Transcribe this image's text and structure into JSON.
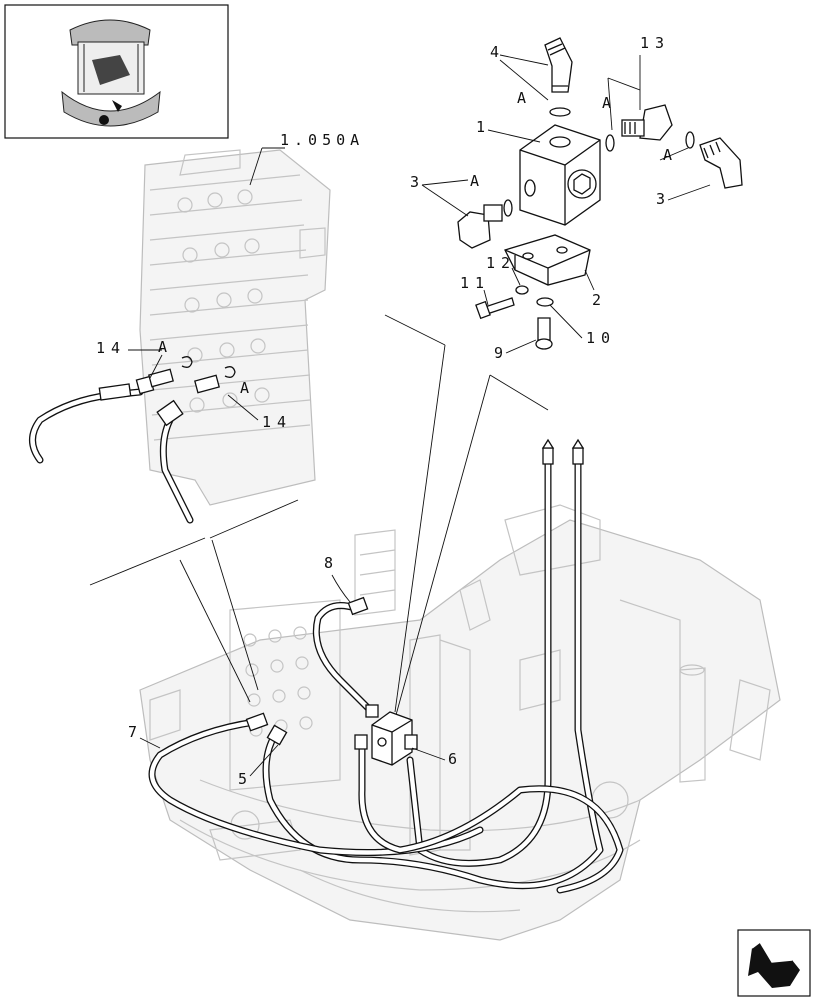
{
  "reference": {
    "section_code": "1.050A"
  },
  "callouts": {
    "c1": "1",
    "c2": "2",
    "c3a": "3",
    "c3b": "3",
    "c4": "4",
    "c5": "5",
    "c6": "6",
    "c7": "7",
    "c8": "8",
    "c9": "9",
    "c10": "10",
    "c11": "11",
    "c12": "12",
    "c13": "13",
    "c14a": "14",
    "c14b": "14"
  },
  "detail_marks": {
    "a1": "A",
    "a2": "A",
    "a3": "A",
    "a4": "A",
    "a5": "A",
    "a6": "A"
  },
  "icons": {
    "machine_thumbnail": "mini-excavator-cab-icon",
    "navigation_arrow": "next-page-arrow-icon"
  }
}
